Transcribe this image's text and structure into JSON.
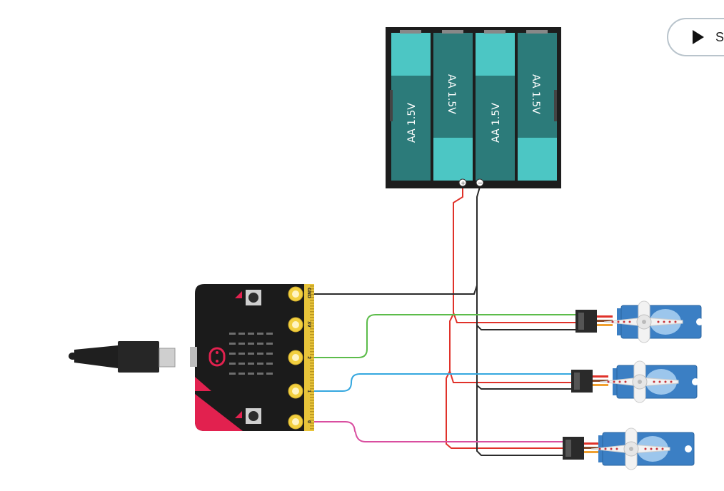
{
  "toolbar": {
    "simulate_label": "S"
  },
  "battery": {
    "cells": [
      "AA 1.5V",
      "AA 1.5V",
      "AA 1.5V",
      "AA 1.5V"
    ],
    "plus": "+",
    "minus": "−"
  },
  "microbit": {
    "pins": [
      "GND",
      "3V",
      "2",
      "1",
      "0"
    ]
  },
  "wires": {
    "gnd": "#2b2b2b",
    "power": "#e0322a",
    "pin2": "#5cbc4a",
    "pin1": "#34a7df",
    "pin0": "#d94ea0"
  },
  "icons": {
    "play": "play-icon",
    "usb": "usb-cable-icon",
    "servo": "servo-icon"
  }
}
